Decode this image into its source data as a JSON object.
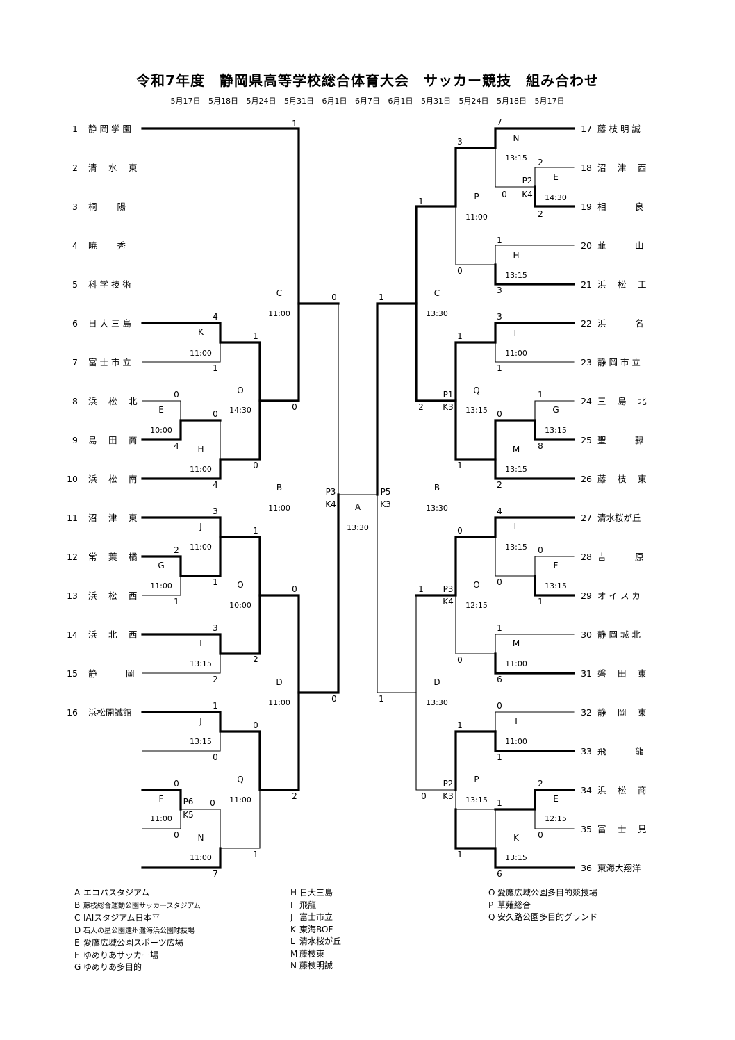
{
  "title": "令和7年度　静岡県高等学校総合体育大会　サッカー競技　組み合わせ",
  "dates": [
    "5月17日",
    "5月18日",
    "5月24日",
    "5月31日",
    "6月1日",
    "6月7日",
    "6月1日",
    "5月31日",
    "5月24日",
    "5月18日",
    "5月17日"
  ],
  "teams_left": [
    {
      "num": "1",
      "name": "静 岡 学 園"
    },
    {
      "num": "2",
      "name": "清　 水　 東"
    },
    {
      "num": "3",
      "name": "桐　　 陽"
    },
    {
      "num": "4",
      "name": "暁　　 秀"
    },
    {
      "num": "5",
      "name": "科 学 技 術"
    },
    {
      "num": "6",
      "name": "日 大 三 島"
    },
    {
      "num": "7",
      "name": "富 士 市 立"
    },
    {
      "num": "8",
      "name": "浜　 松　 北"
    },
    {
      "num": "9",
      "name": "島　 田　 商"
    },
    {
      "num": "10",
      "name": "浜　 松　 南"
    },
    {
      "num": "11",
      "name": "沼　 津　 東"
    },
    {
      "num": "12",
      "name": "常　 葉　 橘"
    },
    {
      "num": "13",
      "name": "浜　 松　 西"
    },
    {
      "num": "14",
      "name": "浜　 北　 西"
    },
    {
      "num": "15",
      "name": "静　　　 岡"
    },
    {
      "num": "16",
      "name": "浜松開誠館"
    }
  ],
  "teams_right": [
    {
      "num": "17",
      "name": "藤 枝 明 誠"
    },
    {
      "num": "18",
      "name": "沼　 津　 西"
    },
    {
      "num": "19",
      "name": "相　　　 良"
    },
    {
      "num": "20",
      "name": "韮　　　 山"
    },
    {
      "num": "21",
      "name": "浜　 松　 工"
    },
    {
      "num": "22",
      "name": "浜　　　 名"
    },
    {
      "num": "23",
      "name": "静 岡 市 立"
    },
    {
      "num": "24",
      "name": "三　 島　 北"
    },
    {
      "num": "25",
      "name": "聖　　　 隷"
    },
    {
      "num": "26",
      "name": "藤　 枝　 東"
    },
    {
      "num": "27",
      "name": "清水桜が丘"
    },
    {
      "num": "28",
      "name": "吉　　　 原"
    },
    {
      "num": "29",
      "name": "オ イ ス カ"
    },
    {
      "num": "30",
      "name": "静 岡 城 北"
    },
    {
      "num": "31",
      "name": "磐　 田　 東"
    },
    {
      "num": "32",
      "name": "静　 岡　 東"
    },
    {
      "num": "33",
      "name": "飛　　　 龍"
    },
    {
      "num": "34",
      "name": "浜　 松　 商"
    },
    {
      "num": "35",
      "name": "富　 士　 見"
    },
    {
      "num": "36",
      "name": "東海大翔洋"
    }
  ],
  "annotations": [
    {
      "t": "1"
    },
    {
      "t": "C"
    },
    {
      "t": "11:00"
    },
    {
      "t": "0"
    },
    {
      "t": "4"
    },
    {
      "t": "K"
    },
    {
      "t": "11:00"
    },
    {
      "t": "1"
    },
    {
      "t": "0"
    },
    {
      "t": "E"
    },
    {
      "t": "10:00"
    },
    {
      "t": "4"
    },
    {
      "t": "0"
    },
    {
      "t": "H"
    },
    {
      "t": "11:00"
    },
    {
      "t": "4"
    },
    {
      "t": "1"
    },
    {
      "t": "O"
    },
    {
      "t": "14:30"
    },
    {
      "t": "0"
    },
    {
      "t": "0"
    },
    {
      "t": "B"
    },
    {
      "t": "11:00"
    },
    {
      "t": "3"
    },
    {
      "t": "J"
    },
    {
      "t": "11:00"
    },
    {
      "t": "1"
    },
    {
      "t": "2"
    },
    {
      "t": "G"
    },
    {
      "t": "11:00"
    },
    {
      "t": "1"
    },
    {
      "t": "1"
    },
    {
      "t": "O"
    },
    {
      "t": "10:00"
    },
    {
      "t": "0"
    },
    {
      "t": "3"
    },
    {
      "t": "I"
    },
    {
      "t": "13:15"
    },
    {
      "t": "2"
    },
    {
      "t": "2"
    },
    {
      "t": "D"
    },
    {
      "t": "11:00"
    },
    {
      "t": "0"
    },
    {
      "t": "1"
    },
    {
      "t": "J"
    },
    {
      "t": "13:15"
    },
    {
      "t": "0"
    },
    {
      "t": "0"
    },
    {
      "t": "0"
    },
    {
      "t": "F"
    },
    {
      "t": "11:00"
    },
    {
      "t": "0"
    },
    {
      "t": "P6"
    },
    {
      "t": "K5"
    },
    {
      "t": "0"
    },
    {
      "t": "N"
    },
    {
      "t": "11:00"
    },
    {
      "t": "7"
    },
    {
      "t": "1"
    },
    {
      "t": "Q"
    },
    {
      "t": "11:00"
    },
    {
      "t": "2"
    },
    {
      "t": "P3"
    },
    {
      "t": "K4"
    },
    {
      "t": "A"
    },
    {
      "t": "13:30"
    },
    {
      "t": "P5"
    },
    {
      "t": "K3"
    },
    {
      "t": "7"
    },
    {
      "t": "N"
    },
    {
      "t": "13:15"
    },
    {
      "t": "0"
    },
    {
      "t": "2"
    },
    {
      "t": "P2"
    },
    {
      "t": "K4"
    },
    {
      "t": "E"
    },
    {
      "t": "14:30"
    },
    {
      "t": "2"
    },
    {
      "t": "3"
    },
    {
      "t": "P"
    },
    {
      "t": "11:00"
    },
    {
      "t": "0"
    },
    {
      "t": "1"
    },
    {
      "t": "H"
    },
    {
      "t": "13:15"
    },
    {
      "t": "3"
    },
    {
      "t": "1"
    },
    {
      "t": "C"
    },
    {
      "t": "13:30"
    },
    {
      "t": "1"
    },
    {
      "t": "3"
    },
    {
      "t": "L"
    },
    {
      "t": "11:00"
    },
    {
      "t": "1"
    },
    {
      "t": "1"
    },
    {
      "t": "Q"
    },
    {
      "t": "13:15"
    },
    {
      "t": "P1"
    },
    {
      "t": "K3"
    },
    {
      "t": "2"
    },
    {
      "t": "1"
    },
    {
      "t": "1"
    },
    {
      "t": "G"
    },
    {
      "t": "13:15"
    },
    {
      "t": "8"
    },
    {
      "t": "0"
    },
    {
      "t": "M"
    },
    {
      "t": "13:15"
    },
    {
      "t": "2"
    },
    {
      "t": "B"
    },
    {
      "t": "13:30"
    },
    {
      "t": "4"
    },
    {
      "t": "L"
    },
    {
      "t": "13:15"
    },
    {
      "t": "0"
    },
    {
      "t": "0"
    },
    {
      "t": "F"
    },
    {
      "t": "13:15"
    },
    {
      "t": "1"
    },
    {
      "t": "0"
    },
    {
      "t": "O"
    },
    {
      "t": "12:15"
    },
    {
      "t": "P3"
    },
    {
      "t": "K4"
    },
    {
      "t": "1"
    },
    {
      "t": "0"
    },
    {
      "t": "1"
    },
    {
      "t": "M"
    },
    {
      "t": "11:00"
    },
    {
      "t": "6"
    },
    {
      "t": "D"
    },
    {
      "t": "13:30"
    },
    {
      "t": "1"
    },
    {
      "t": "0"
    },
    {
      "t": "I"
    },
    {
      "t": "11:00"
    },
    {
      "t": "1"
    },
    {
      "t": "1"
    },
    {
      "t": "P"
    },
    {
      "t": "13:15"
    },
    {
      "t": "P2"
    },
    {
      "t": "K3"
    },
    {
      "t": "0"
    },
    {
      "t": "1"
    },
    {
      "t": "2"
    },
    {
      "t": "E"
    },
    {
      "t": "12:15"
    },
    {
      "t": "0"
    },
    {
      "t": "1"
    },
    {
      "t": "K"
    },
    {
      "t": "13:15"
    },
    {
      "t": "6"
    }
  ],
  "legend_col1": [
    {
      "key": "A",
      "text": "エコパスタジアム"
    },
    {
      "key": "B",
      "text": "藤枝総合運動公園サッカースタジアム"
    },
    {
      "key": "C",
      "text": "IAIスタジアム日本平"
    },
    {
      "key": "D",
      "text": "石人の星公園遠州灘海浜公園球技場"
    },
    {
      "key": "E",
      "text": "愛鷹広域公園スポーツ広場"
    },
    {
      "key": "F",
      "text": "ゆめりあサッカー場"
    },
    {
      "key": "G",
      "text": "ゆめりあ多目的"
    }
  ],
  "legend_col2": [
    {
      "key": "H",
      "text": "日大三島"
    },
    {
      "key": "I",
      "text": "飛龍"
    },
    {
      "key": "J",
      "text": "富士市立"
    },
    {
      "key": "K",
      "text": "東海BOF"
    },
    {
      "key": "L",
      "text": "清水桜が丘"
    },
    {
      "key": "M",
      "text": "藤枝東"
    },
    {
      "key": "N",
      "text": "藤枝明誠"
    }
  ],
  "legend_col3": [
    {
      "key": "O",
      "text": "愛鷹広域公園多目的競技場"
    },
    {
      "key": "P",
      "text": "草薙総合"
    },
    {
      "key": "Q",
      "text": "安久路公園多目的グランド"
    }
  ]
}
